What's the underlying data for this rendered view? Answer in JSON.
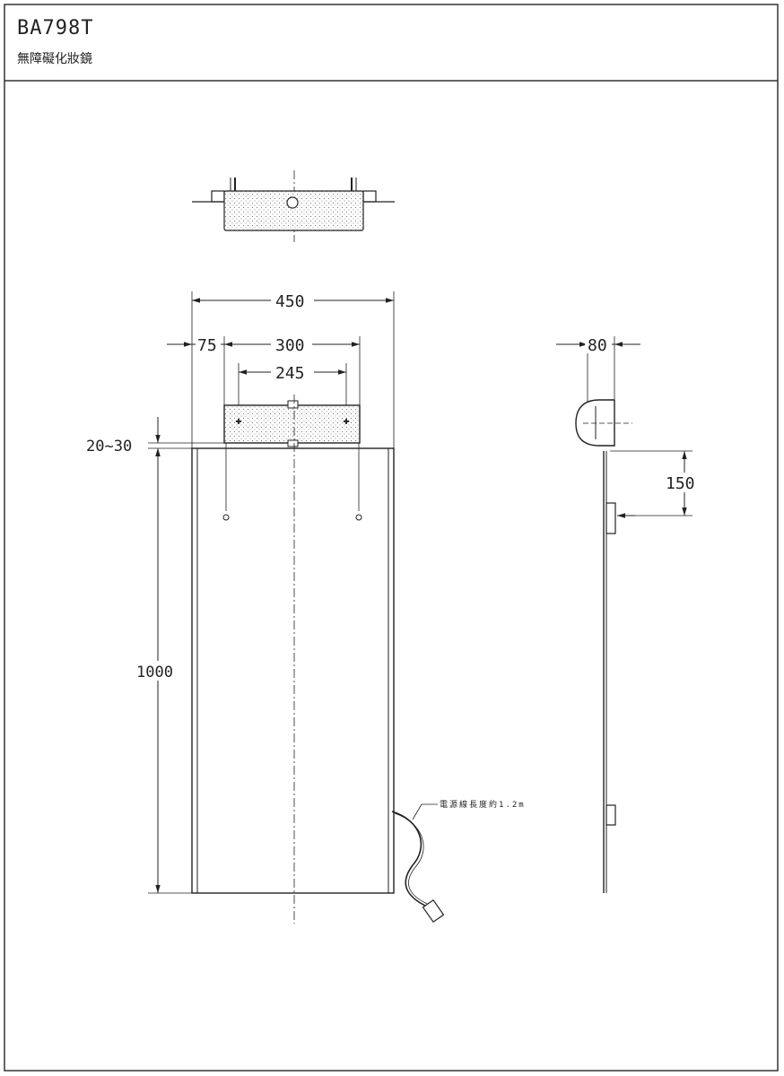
{
  "title_block": {
    "model": "BA798T",
    "product_name": "無障礙化妝鏡"
  },
  "dimensions": {
    "width_overall": "450",
    "edge_offset": "75",
    "box_width": "300",
    "mount_spacing": "245",
    "top_gap": "20~30",
    "height": "1000",
    "depth": "80",
    "mount_drop": "150"
  },
  "annotations": {
    "cable_note": "電源線長度約1.2m"
  },
  "views": [
    "top-view",
    "front-view",
    "side-view"
  ]
}
